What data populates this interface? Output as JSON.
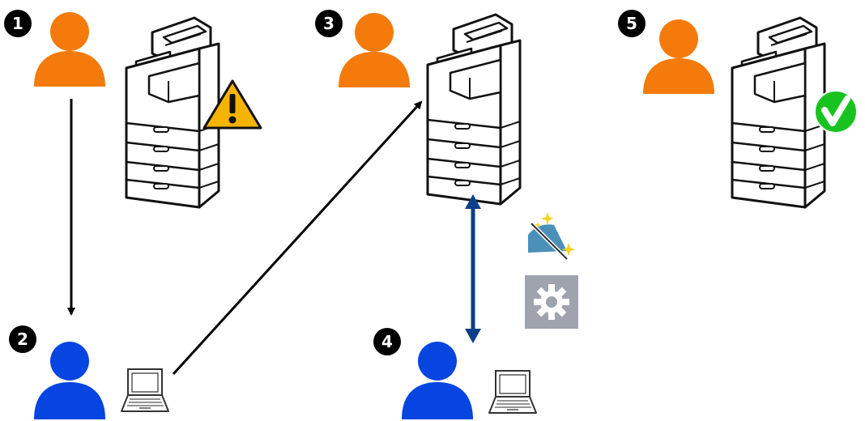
{
  "steps": [
    {
      "number": "1",
      "actor": "administrator",
      "actor_color": "#f47b0b"
    },
    {
      "number": "2",
      "actor": "service-user",
      "actor_color": "#0645e0"
    },
    {
      "number": "3",
      "actor": "administrator",
      "actor_color": "#f47b0b"
    },
    {
      "number": "4",
      "actor": "service-user",
      "actor_color": "#0645e0"
    },
    {
      "number": "5",
      "actor": "administrator",
      "actor_color": "#f47b0b"
    }
  ],
  "colors": {
    "admin": "#f47b0b",
    "user": "#0645e0",
    "warning": "#f5b400",
    "ok": "#19c31f",
    "arrow": "#000000",
    "double_arrow": "#0b3f8a",
    "settings_tile": "#9ea3ad"
  },
  "icons": {
    "printer": "printer-icon",
    "warning": "warning-icon",
    "check": "check-icon",
    "laptop": "laptop-icon",
    "remote": "remote-maintenance-icon",
    "settings": "gear-icon"
  }
}
